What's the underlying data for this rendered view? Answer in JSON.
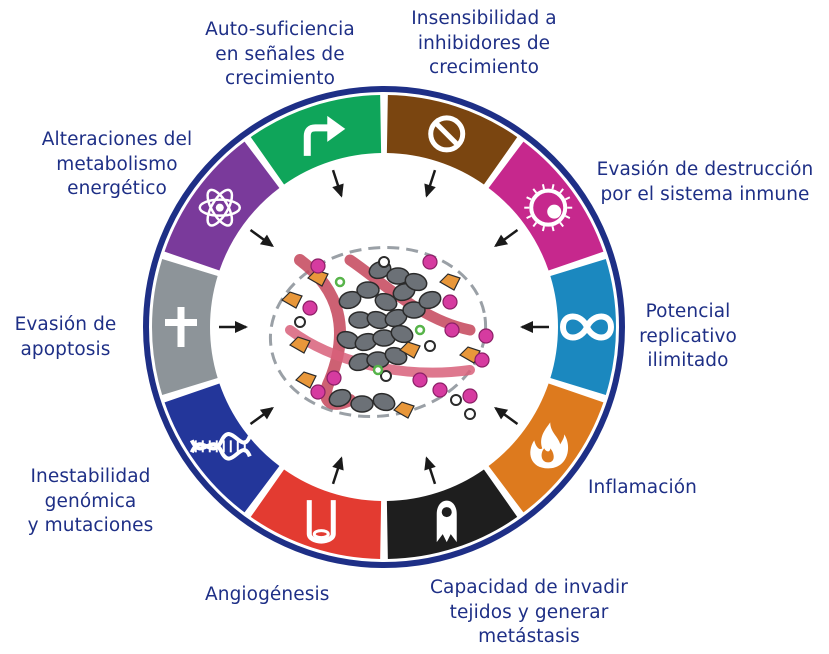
{
  "hallmarks": [
    {
      "id": "growth-signals",
      "lines": [
        "Auto-suficiencia",
        "en señales de",
        "crecimiento"
      ],
      "color": "#0fa55a",
      "icon": "arrow-up-right-icon"
    },
    {
      "id": "anti-growth",
      "lines": [
        "Insensibilidad a",
        "inhibidores de",
        "crecimiento"
      ],
      "color": "#7a4510",
      "icon": "prohibited-icon"
    },
    {
      "id": "immune",
      "lines": [
        "Evasión de destrucción",
        "por el sistema inmune"
      ],
      "color": "#c6288d",
      "icon": "immune-cell-icon"
    },
    {
      "id": "replicative",
      "lines": [
        "Potencial",
        "replicativo",
        "ilimitado"
      ],
      "color": "#1b88bf",
      "icon": "infinity-icon"
    },
    {
      "id": "inflammation",
      "lines": [
        "Inflamación"
      ],
      "color": "#dd7a1e",
      "icon": "flame-icon"
    },
    {
      "id": "invasion",
      "lines": [
        "Capacidad de invadir",
        "tejidos y generar",
        "metástasis"
      ],
      "color": "#1e1e1e",
      "icon": "invading-cell-icon"
    },
    {
      "id": "angiogenesis",
      "lines": [
        "Angiogénesis"
      ],
      "color": "#e33b31",
      "icon": "blood-vessel-icon"
    },
    {
      "id": "genome",
      "lines": [
        "Inestabilidad",
        "genómica",
        "y mutaciones"
      ],
      "color": "#23369a",
      "icon": "dna-helix-icon"
    },
    {
      "id": "apoptosis",
      "lines": [
        "Evasión de",
        "apoptosis"
      ],
      "color": "#8d9499",
      "icon": "cross-icon"
    },
    {
      "id": "metabolism",
      "lines": [
        "Alteraciones del",
        "metabolismo",
        "energético"
      ],
      "color": "#7a3a9b",
      "icon": "atom-icon"
    }
  ],
  "colors": {
    "ring_outline": "#1e2f86",
    "text": "#1e2f86",
    "arrow": "#1a1a1a",
    "gap": "#ffffff"
  }
}
